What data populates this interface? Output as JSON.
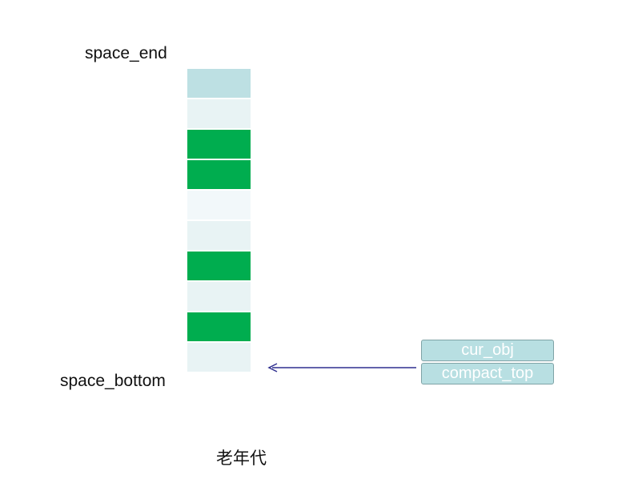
{
  "labels": {
    "space_end": "space_end",
    "space_bottom": "space_bottom"
  },
  "cells": [
    {
      "state": "highlight"
    },
    {
      "state": "free"
    },
    {
      "state": "live"
    },
    {
      "state": "live"
    },
    {
      "state": "free-light"
    },
    {
      "state": "free"
    },
    {
      "state": "live"
    },
    {
      "state": "free"
    },
    {
      "state": "live"
    },
    {
      "state": "free"
    }
  ],
  "colors": {
    "highlight": "#bde0e3",
    "free": "#e8f3f4",
    "free-light": "#f2f8fa",
    "live": "#00ad4f",
    "pointer_box": "#b8dfe2",
    "arrow": "#2f2f8f"
  },
  "pointers": {
    "cur_obj": "cur_obj",
    "compact_top": "compact_top"
  },
  "caption": "老年代"
}
